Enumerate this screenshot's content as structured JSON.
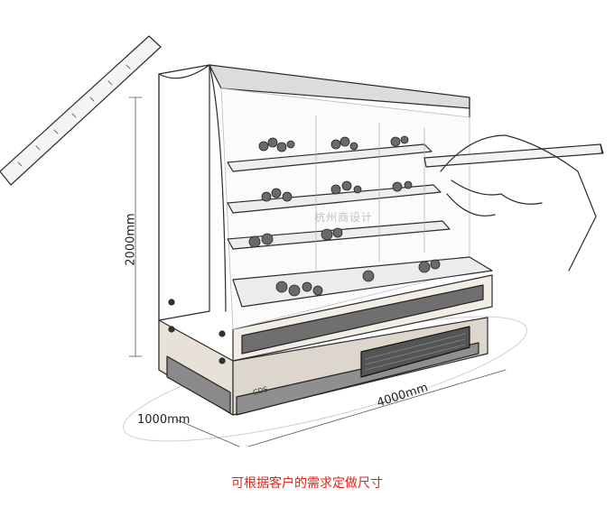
{
  "dimensions": {
    "height": "2000mm",
    "depth": "1000mm",
    "width": "4000mm"
  },
  "caption": "可根据客户的需求定做尺寸",
  "caption_color": "#d9291c",
  "illustration": {
    "subject": "open multi-deck refrigerated display cabinet with fruit on shelves",
    "style": "pencil sketch",
    "hand_icon": "hand-drawing-pencil",
    "ruler_icon": "ruler"
  }
}
